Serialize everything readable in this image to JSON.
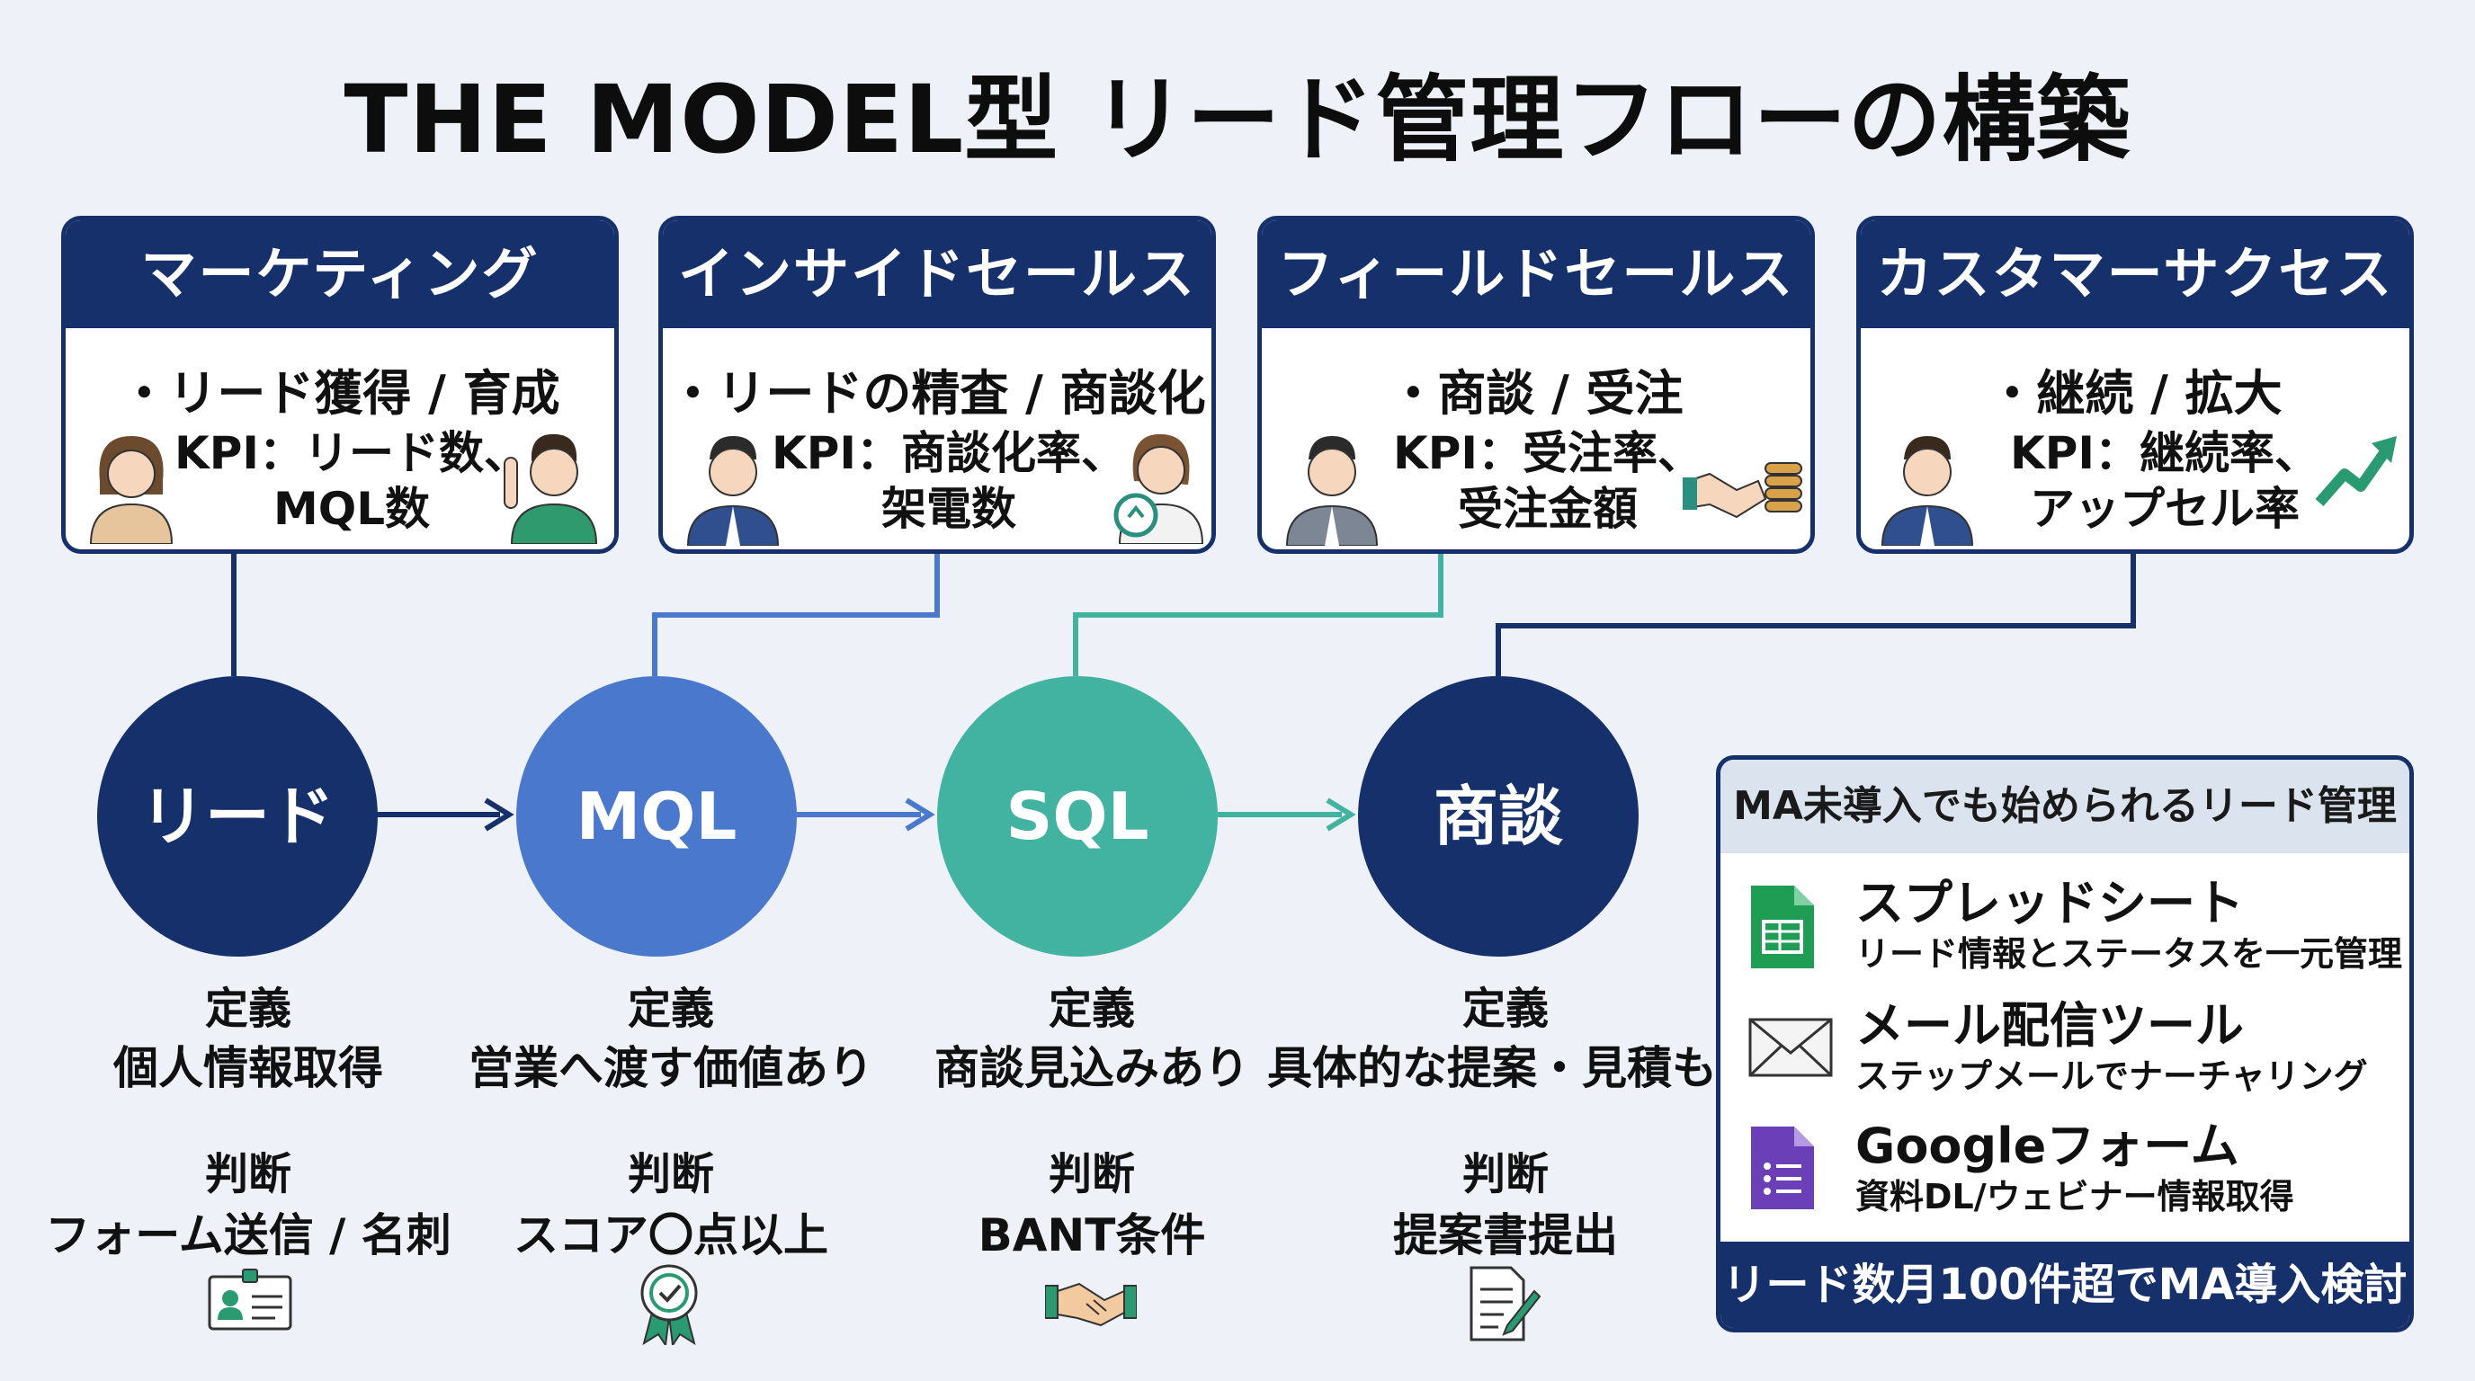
{
  "title": "THE MODEL型 リード管理フローの構築",
  "departments": [
    {
      "name": "マーケティング",
      "task": "・リード獲得 / 育成",
      "kpi_line1": "KPI：リード数、",
      "kpi_line2": "MQL数"
    },
    {
      "name": "インサイドセールス",
      "task": "・リードの精査 / 商談化",
      "kpi_line1": "KPI：商談化率、",
      "kpi_line2": "架電数"
    },
    {
      "name": "フィールドセールス",
      "task": "・商談 / 受注",
      "kpi_line1": "KPI：受注率、",
      "kpi_line2": "受注金額"
    },
    {
      "name": "カスタマーサクセス",
      "task": "・継続 / 拡大",
      "kpi_line1": "KPI：継続率、",
      "kpi_line2": "アップセル率"
    }
  ],
  "stages": [
    {
      "label": "リード",
      "color": "#15306b",
      "def_label": "定義",
      "def_text": "個人情報取得",
      "judge_label": "判断",
      "judge_text": "フォーム送信 / 名刺",
      "icon": "id-card-icon"
    },
    {
      "label": "MQL",
      "color": "#4a78cc",
      "def_label": "定義",
      "def_text": "営業へ渡す価値あり",
      "judge_label": "判断",
      "judge_text": "スコア〇点以上",
      "icon": "award-badge-icon"
    },
    {
      "label": "SQL",
      "color": "#42b3a0",
      "def_label": "定義",
      "def_text": "商談見込みあり",
      "judge_label": "判断",
      "judge_text": "BANT条件",
      "icon": "handshake-icon"
    },
    {
      "label": "商談",
      "color": "#15306b",
      "def_label": "定義",
      "def_text": "具体的な提案・見積もり",
      "judge_label": "判断",
      "judge_text": "提案書提出",
      "icon": "document-pen-icon"
    }
  ],
  "ma_panel": {
    "title": "MA未導入でも始められるリード管理",
    "tools": [
      {
        "name": "スプレッドシート",
        "desc": "リード情報とステータスを一元管理",
        "icon": "spreadsheet-icon"
      },
      {
        "name": "メール配信ツール",
        "desc": "ステップメールでナーチャリング",
        "icon": "mail-icon"
      },
      {
        "name": "Googleフォーム",
        "desc": "資料DL/ウェビナー情報取得",
        "icon": "form-icon"
      }
    ],
    "footer": "リード数月100件超でMA導入検討"
  },
  "colors": {
    "navy": "#15306b",
    "blue": "#4a78cc",
    "teal": "#42b3a0",
    "background": "#eef2f8"
  }
}
